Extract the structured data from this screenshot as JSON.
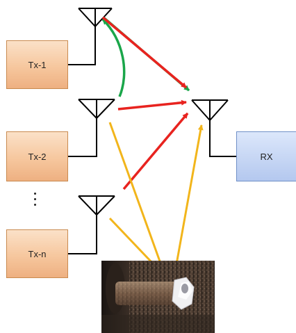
{
  "transmitters": [
    {
      "label": "Tx-1"
    },
    {
      "label": "Tx-2"
    },
    {
      "label": "Tx-n"
    }
  ],
  "receiver": {
    "label": "RX"
  },
  "colors": {
    "tx_fill": "#f6c79e",
    "rx_fill": "#c6d6f4",
    "direct_path": "#e8231f",
    "coupling_path": "#1aa64a",
    "reflected_path": "#f2b51b",
    "wire": "#000000"
  },
  "icons": {
    "antenna": "antenna-icon",
    "ellipsis": "vertical-ellipsis-icon",
    "reflector": "pipe-photo"
  }
}
